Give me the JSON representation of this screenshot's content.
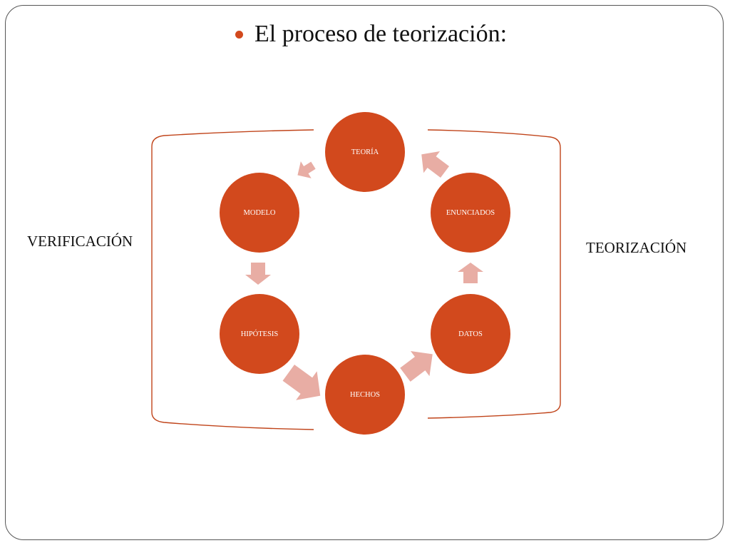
{
  "title": "El proceso de teorización:",
  "labels": {
    "left": "VERIFICACIÓN",
    "right": "TEORIZACIÓN"
  },
  "nodes": [
    {
      "id": "teoria",
      "label": "TEORÍA"
    },
    {
      "id": "enunciados",
      "label": "ENUNCIADOS"
    },
    {
      "id": "datos",
      "label": "DATOS"
    },
    {
      "id": "hechos",
      "label": "HECHOS"
    },
    {
      "id": "hipotesis",
      "label": "HIPÓTESIS"
    },
    {
      "id": "modelo",
      "label": "MODELO"
    }
  ],
  "colors": {
    "node_fill": "#d2491d",
    "arrow_fill": "#e8ada4",
    "bracket_stroke": "#c0441a",
    "bullet": "#d2491d"
  }
}
